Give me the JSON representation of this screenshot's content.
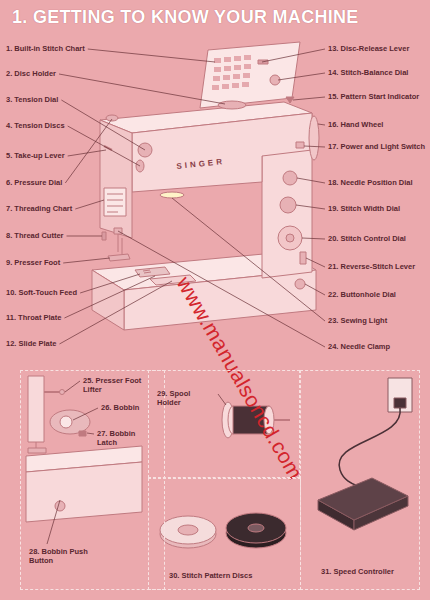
{
  "diagram": {
    "title": "1. GETTING TO KNOW YOUR MACHINE",
    "nodes": [
      {
        "text": [
          "25. Presser Foot Lifter",
          "26. Bobbin",
          "27. Bobbin Latch",
          "28. Bobbin Push Button"
        ]
      },
      {
        "text": [
          "29. Spool Holder"
        ]
      },
      {
        "text": [
          "30. Stitch Pattern Discs"
        ]
      },
      {
        "text": [
          "31. Speed Controller"
        ]
      }
    ],
    "labels": [
      "1. Built-in Stitch Chart",
      "2. Disc Holder",
      "3. Tension Dial",
      "4. Tension Discs",
      "5. Take-up Lever",
      "6. Pressure Dial",
      "7. Threading Chart",
      "8. Thread Cutter",
      "9. Presser Foot",
      "10. Soft-Touch Feed",
      "11. Throat Plate",
      "12. Slide Plate",
      "13. Disc-Release Lever",
      "14. Stitch-Balance Dial",
      "15. Pattern Start Indicator",
      "16. Hand Wheel",
      "17. Power and Light Switch",
      "18. Needle Position Dial",
      "19. Stitch Width Dial",
      "20. Stitch Control Dial",
      "21. Reverse-Stitch Lever",
      "22. Buttonhole Dial",
      "23. Sewing Light",
      "24. Needle Clamp",
      "SINGER",
      "www.manualsoncd.com"
    ]
  }
}
